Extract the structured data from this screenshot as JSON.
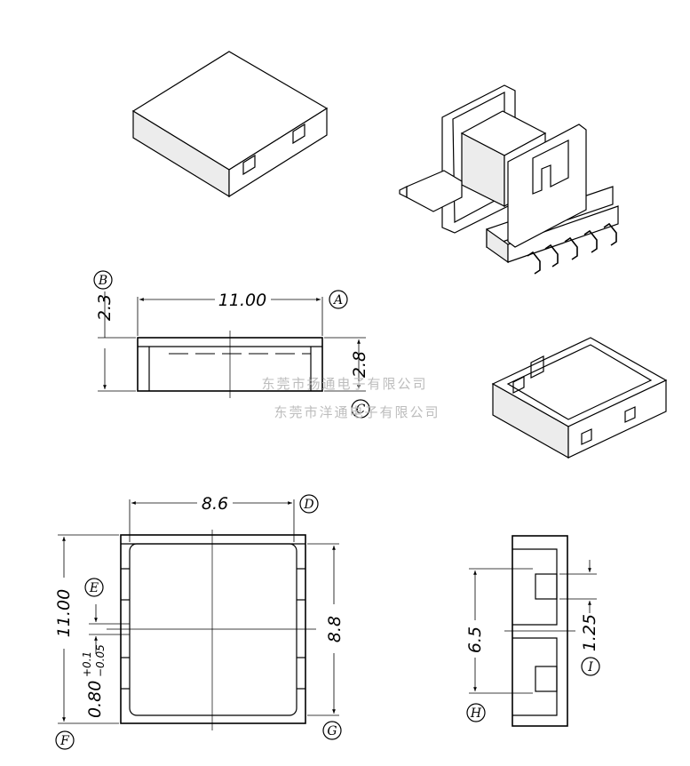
{
  "dimensions": {
    "top_width": "11.00",
    "top_height": "2.3",
    "side_height": "2.8",
    "bottom_width": "8.6",
    "bottom_height": "11.00",
    "inner_height": "8.8",
    "wall_value": "0.80",
    "tol_plus": "+0.1",
    "tol_minus": "−0.05",
    "slot_span": "6.5",
    "slot_size": "1.25"
  },
  "callouts": [
    "A",
    "B",
    "C",
    "D",
    "E",
    "F",
    "G",
    "H",
    "I"
  ],
  "watermark": {
    "line1": "东莞市扬通电子有限公司",
    "line2": "东莞市洋通电子有限公司"
  }
}
